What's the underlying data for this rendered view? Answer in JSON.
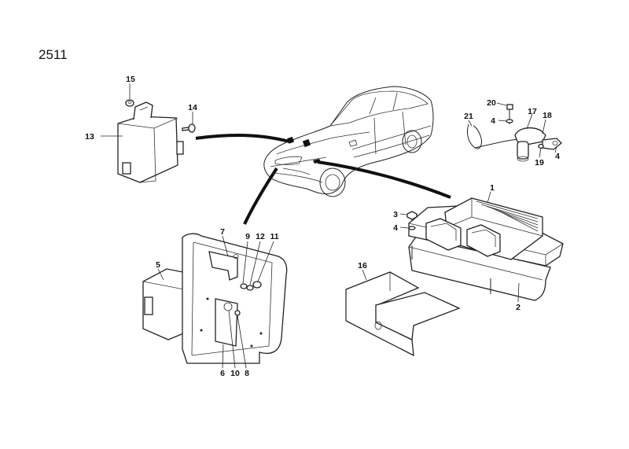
{
  "diagram_number": "2511",
  "callouts": [
    {
      "id": "c1",
      "text": "1"
    },
    {
      "id": "c2",
      "text": "2"
    },
    {
      "id": "c3",
      "text": "3"
    },
    {
      "id": "c4a",
      "text": "4"
    },
    {
      "id": "c4b",
      "text": "4"
    },
    {
      "id": "c4c",
      "text": "4"
    },
    {
      "id": "c5",
      "text": "5"
    },
    {
      "id": "c6",
      "text": "6"
    },
    {
      "id": "c7",
      "text": "7"
    },
    {
      "id": "c8",
      "text": "8"
    },
    {
      "id": "c9",
      "text": "9"
    },
    {
      "id": "c10",
      "text": "10"
    },
    {
      "id": "c11",
      "text": "11"
    },
    {
      "id": "c12",
      "text": "12"
    },
    {
      "id": "c13",
      "text": "13"
    },
    {
      "id": "c14",
      "text": "14"
    },
    {
      "id": "c15",
      "text": "15"
    },
    {
      "id": "c16",
      "text": "16"
    },
    {
      "id": "c17",
      "text": "17"
    },
    {
      "id": "c18",
      "text": "18"
    },
    {
      "id": "c19",
      "text": "19"
    },
    {
      "id": "c20",
      "text": "20"
    },
    {
      "id": "c21",
      "text": "21"
    }
  ]
}
